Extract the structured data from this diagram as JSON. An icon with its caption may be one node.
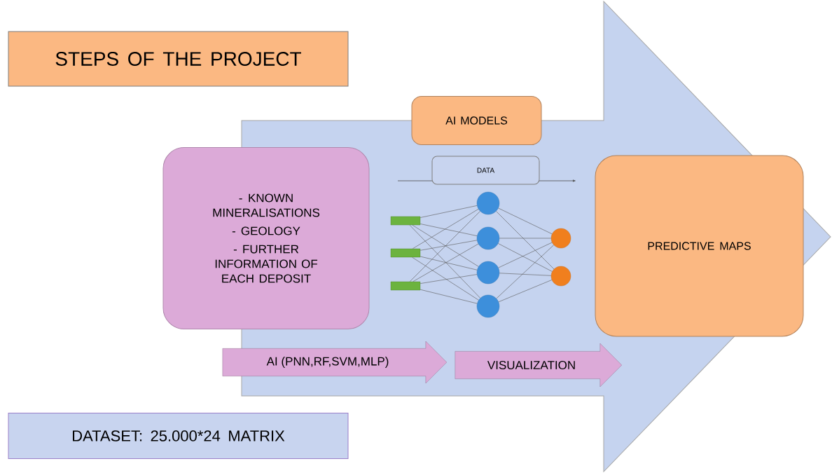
{
  "diagram": {
    "nodes": [
      {
        "text": [
          "STEPS OF THE PROJECT"
        ]
      },
      {
        "text": [
          "AI MODELS"
        ]
      },
      {
        "text": [
          "- KNOWN MINERALISATIONS",
          "- GEOLOGY",
          "- FURTHER INFORMATION OF EACH DEPOSIT"
        ]
      },
      {
        "text": [
          "DATA"
        ]
      },
      {
        "text": [
          "PREDICTIVE MAPS"
        ]
      },
      {
        "text": [
          "AI (PNN,RF,SVM,MLP)"
        ]
      },
      {
        "text": [
          "VISUALIZATION"
        ]
      },
      {
        "text": [
          "DATASET: 25.000*24 MATRIX"
        ]
      },
      {
        "text": [],
        "shape": "bar"
      },
      {
        "text": [],
        "shape": "bar"
      },
      {
        "text": [],
        "shape": "bar"
      },
      {
        "text": [],
        "shape": "circle"
      },
      {
        "text": [],
        "shape": "circle"
      },
      {
        "text": [],
        "shape": "circle"
      },
      {
        "text": [],
        "shape": "circle"
      },
      {
        "text": [],
        "shape": "circle"
      },
      {
        "text": [],
        "shape": "circle"
      }
    ],
    "edges": [
      {
        "from": 8,
        "to": 11,
        "arrow": "none"
      },
      {
        "from": 8,
        "to": 12,
        "arrow": "none"
      },
      {
        "from": 8,
        "to": 13,
        "arrow": "none"
      },
      {
        "from": 8,
        "to": 14,
        "arrow": "none"
      },
      {
        "from": 9,
        "to": 11,
        "arrow": "none"
      },
      {
        "from": 9,
        "to": 12,
        "arrow": "none"
      },
      {
        "from": 9,
        "to": 13,
        "arrow": "none"
      },
      {
        "from": 9,
        "to": 14,
        "arrow": "none"
      },
      {
        "from": 10,
        "to": 11,
        "arrow": "none"
      },
      {
        "from": 10,
        "to": 12,
        "arrow": "none"
      },
      {
        "from": 10,
        "to": 13,
        "arrow": "none"
      },
      {
        "from": 10,
        "to": 14,
        "arrow": "none"
      },
      {
        "from": 11,
        "to": 15,
        "arrow": "none"
      },
      {
        "from": 11,
        "to": 16,
        "arrow": "none"
      },
      {
        "from": 12,
        "to": 15,
        "arrow": "none"
      },
      {
        "from": 12,
        "to": 16,
        "arrow": "none"
      },
      {
        "from": 13,
        "to": 15,
        "arrow": "none"
      },
      {
        "from": 13,
        "to": 16,
        "arrow": "none"
      },
      {
        "from": 14,
        "to": 15,
        "arrow": "none"
      },
      {
        "from": 14,
        "to": 16,
        "arrow": "none"
      }
    ]
  }
}
